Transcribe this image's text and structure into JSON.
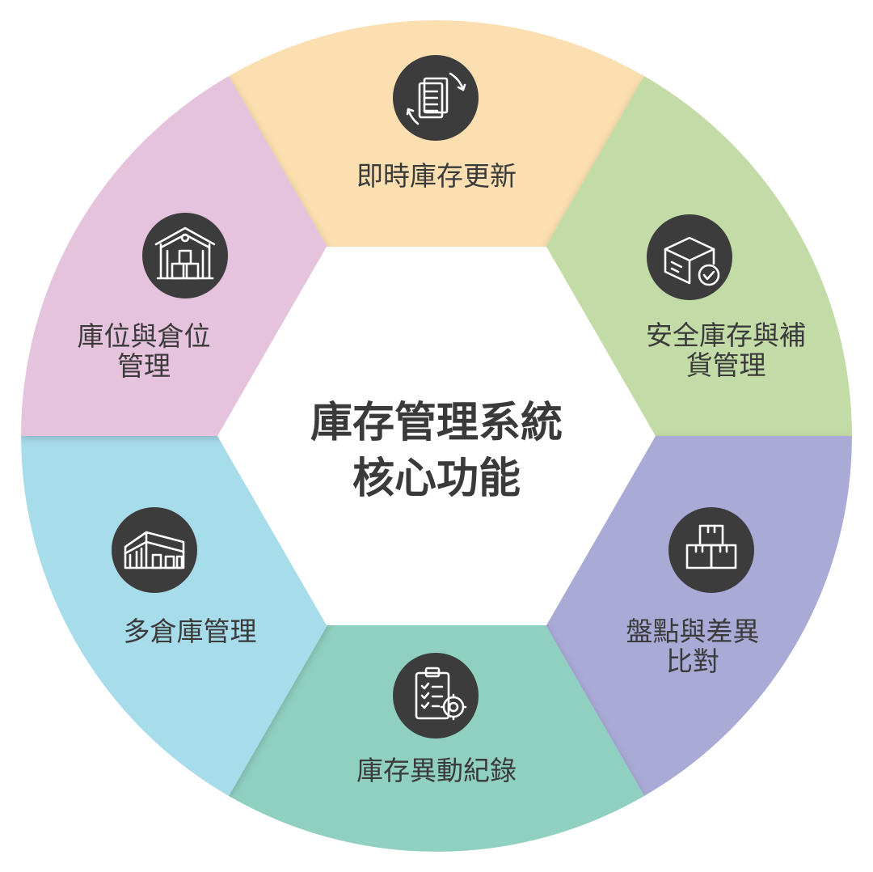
{
  "center": {
    "title_line1": "庫存管理系統",
    "title_line2": "核心功能"
  },
  "segments": [
    {
      "id": "realtime",
      "lines": [
        "即時庫存更新"
      ],
      "color": "#FCDFB0",
      "icon": "document-refresh-icon"
    },
    {
      "id": "safety",
      "lines": [
        "安全庫存與補",
        "貨管理"
      ],
      "color": "#C3DBA6",
      "icon": "box-check-icon"
    },
    {
      "id": "stocktake",
      "lines": [
        "盤點與差異",
        "比對"
      ],
      "color": "#AAAAD7",
      "icon": "stacked-boxes-icon"
    },
    {
      "id": "movement",
      "lines": [
        "庫存異動紀錄"
      ],
      "color": "#8FD0C1",
      "icon": "clipboard-gear-icon"
    },
    {
      "id": "multiwh",
      "lines": [
        "多倉庫管理"
      ],
      "color": "#A7DCEA",
      "icon": "warehouse-building-icon"
    },
    {
      "id": "location",
      "lines": [
        "庫位與倉位",
        "管理"
      ],
      "color": "#E5C3DD",
      "icon": "warehouse-boxes-icon"
    }
  ]
}
